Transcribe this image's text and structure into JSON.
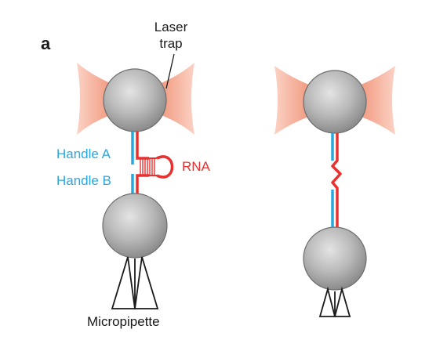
{
  "panel_label": "a",
  "labels": {
    "laser_trap_line1": "Laser",
    "laser_trap_line2": "trap",
    "handle_a": "Handle A",
    "handle_b": "Handle B",
    "rna": "RNA",
    "micropipette": "Micropipette"
  },
  "colors": {
    "laser": "#f08a6e",
    "bead": "#b8b8b8",
    "handle": "#29a8e0",
    "rna": "#e8312f",
    "pipette": "#1a1a1a",
    "text_handle": "#29a8e0",
    "text_rna": "#e8312f"
  }
}
